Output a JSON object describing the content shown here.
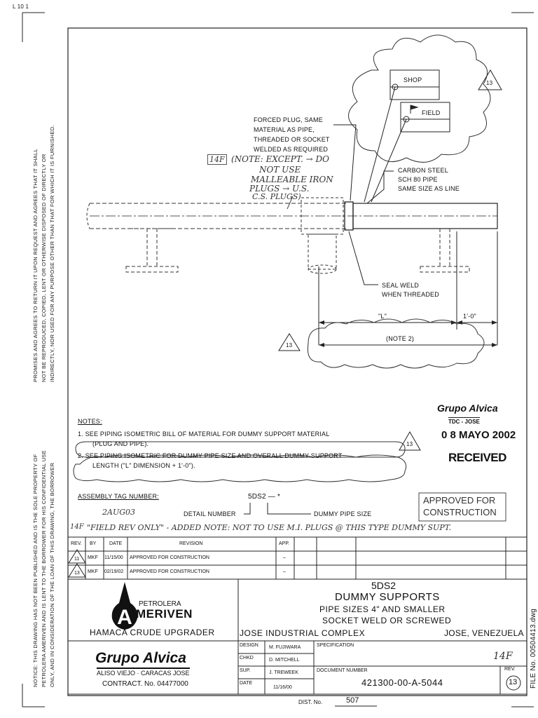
{
  "corner_mark": "L 10 1",
  "side_notice": {
    "line1": "NOTICE: THIS DRAWING HAS NOT BEEN PUBLISHED AND IS THE SOLE PROPERTY OF",
    "line2": "PETROLERA AMERIVEN AND IS LENT TO THE BORROWER FOR HIS CONFIDENTIAL USE",
    "line3": "ONLY, AND IN CONSIDERATION OF THE LOAN OF THIS DRAWING, THE BORROWER",
    "line4": "PROMISES AND AGREES TO RETURN IT UPON REQUEST AND AGREES THAT IT SHALL",
    "line5": "NOT BE REPRODUCED, COPIED, LENT OR OTHERWISE DISPOSED OF DIRECTLY OR",
    "line6": "INDIRECTLY, NOR USED FOR ANY PURPOSE OTHER THAN THAT FOR WHICH IT IS FURNISHED."
  },
  "drawing": {
    "callout_shop": "SHOP",
    "callout_field": "FIELD",
    "rev_marker": "13",
    "forced_plug": [
      "FORCED PLUG, SAME",
      "MATERIAL AS PIPE,",
      "THREADED OR SOCKET",
      "WELDED AS REQUIRED"
    ],
    "carbon_steel": [
      "CARBON STEEL",
      "SCH 80 PIPE",
      "SAME SIZE AS LINE"
    ],
    "seal_weld": [
      "SEAL WELD",
      "WHEN THREADED"
    ],
    "dim_l": "\"L\"",
    "dim_1ft": "1'-0\"",
    "note2": "(NOTE 2)",
    "hand_marker": "14F",
    "hand_note": [
      "(NOTE: EXCEPT. → DO",
      "NOT USE",
      "MALLEABLE IRON",
      "PLUGS → U.S.",
      "C.S. PLUGS)"
    ]
  },
  "notes": {
    "heading": "NOTES:",
    "n1": [
      "1.  SEE PIPING ISOMETRIC BILL OF MATERIAL FOR DUMMY SUPPORT MATERIAL",
      "(PLUG AND PIPE)."
    ],
    "n2": [
      "2.  SEE PIPING ISOMETRIC FOR DUMMY PIPE SIZE AND OVERALL DUMMY SUPPORT",
      "LENGTH (\"L\" DIMENSION + 1'-0\")."
    ]
  },
  "stamp": {
    "company": "Grupo Alvica",
    "dept": "TDC - JOSE",
    "date": "0 8  MAYO  2002",
    "received": "RECEIVED"
  },
  "assembly": {
    "heading": "ASSEMBLY TAG NUMBER:",
    "tag": "5DS2  —  *",
    "detail": "DETAIL NUMBER",
    "pipe_size": "DUMMY PIPE SIZE",
    "hand_date": "2AUG03",
    "approved": [
      "APPROVED FOR",
      "CONSTRUCTION"
    ],
    "hand_rev_marker": "14F",
    "hand_rev_note": "\"FIELD REV ONLY\" - ADDED NOTE: NOT TO USE M.I. PLUGS @ THIS TYPE DUMMY SUPT."
  },
  "revision_table": {
    "headers": [
      "REV.",
      "BY",
      "DATE",
      "REVISION",
      "APP."
    ],
    "rows": [
      {
        "rev": "11",
        "by": "MKF",
        "date": "11/15/00",
        "revision": "APPROVED FOR CONSTRUCTION",
        "app": "–"
      },
      {
        "rev": "13",
        "by": "MKF",
        "date": "02/19/02",
        "revision": "APPROVED FOR CONSTRUCTION",
        "app": "–"
      }
    ]
  },
  "title_block": {
    "logo_small": "PETROLERA",
    "logo_big": "MERIVEN",
    "project": "HAMACA CRUDE UPGRADER",
    "dwg_code": "5DS2",
    "dwg_title": "DUMMY SUPPORTS",
    "sub1": "PIPE SIZES 4\" AND SMALLER",
    "sub2": "SOCKET WELD OR SCREWED",
    "complex": "JOSE INDUSTRIAL COMPLEX",
    "location": "JOSE, VENEZUELA",
    "alvica": "Grupo Alvica",
    "alvica_sub": "ALISO VIEJO · CARACAS   JOSE",
    "contract": "CONTRACT. No. 04477000",
    "design_label": "DESIGN",
    "design_name": "M. FUJIWARA",
    "chkd_label": "CHKD",
    "chkd_name": "D. MITCHELL",
    "sup_label": "SUP.",
    "sup_name": "J. TREWEEK",
    "date_label": "DATE",
    "date_value": "11/16/00",
    "spec_label": "SPECIFICATION",
    "doc_label": "DOCUMENT NUMBER",
    "doc_number": "421300-00-A-5044",
    "hand_rev": "14F",
    "rev_label": "REV.",
    "rev_value": "13"
  },
  "footer": {
    "dist_label": "DIST. No.",
    "dist_value": "507",
    "file_no": "FILE No. 00504413.dwg"
  }
}
